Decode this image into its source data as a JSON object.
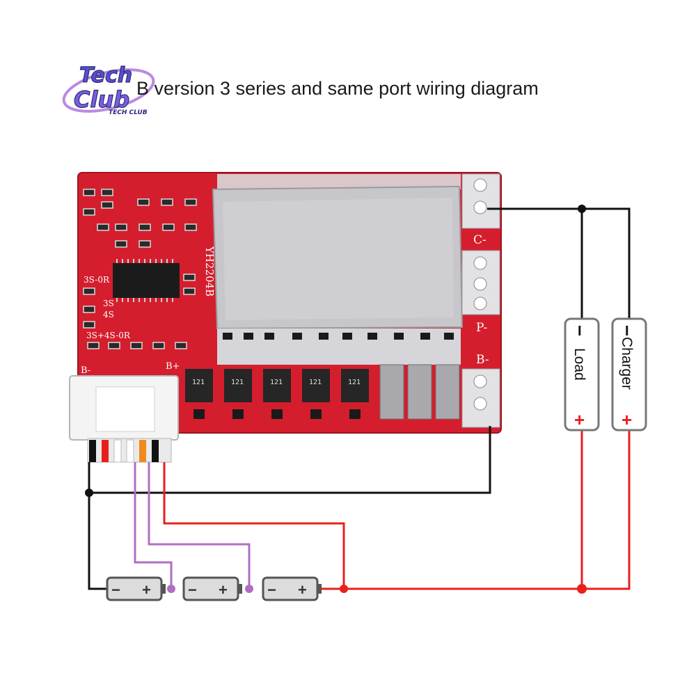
{
  "title": "B version 3 series and same port wiring diagram",
  "logo": {
    "line1": "Tech",
    "line2": "Club",
    "tagline": "TECH CLUB"
  },
  "board": {
    "model": "YH2204B",
    "chip_labels": [
      "121",
      "121",
      "121",
      "121",
      "121"
    ],
    "silkscreen": {
      "sel_3s_0r": "3S-0R",
      "sel_3s": "3S",
      "sel_4s": "4S",
      "sel_3s4s": "3S+4S-0R",
      "b_minus": "B-",
      "b_plus": "B+"
    },
    "pads": {
      "c_minus": "C-",
      "p_minus": "P-",
      "b_minus": "B-"
    }
  },
  "devices": [
    {
      "id": "load",
      "label": "Load",
      "neg": "I",
      "pos": "+"
    },
    {
      "id": "charger",
      "label": "Charger",
      "neg": "I",
      "pos": "+"
    }
  ],
  "cells": [
    {
      "neg": "−",
      "pos": "+"
    },
    {
      "neg": "−",
      "pos": "+"
    },
    {
      "neg": "−",
      "pos": "+"
    }
  ],
  "colors": {
    "board": "#d41e2e",
    "heatsink": "#c9c9cc",
    "wire_black": "#111111",
    "wire_red": "#e8201c",
    "wire_purple": "#b06ec4",
    "cell_fill": "#dcdcdc",
    "cell_border": "#555555"
  }
}
